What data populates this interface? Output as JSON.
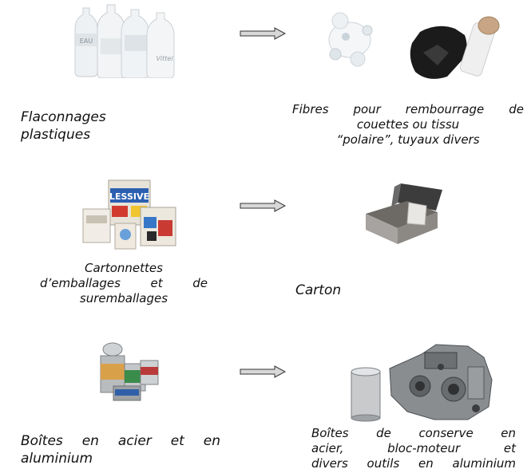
{
  "rows": [
    {
      "source": {
        "lines": [
          "Flaconnages",
          "plastiques"
        ]
      },
      "product": {
        "lines": [
          "Fibres pour rembourrage de",
          "couettes ou tissu",
          "“polaire”, tuyaux divers"
        ]
      },
      "bottle_labels": [
        "EAU",
        "Vittel"
      ]
    },
    {
      "source": {
        "lines": [
          "Cartonnettes",
          "d’emballages et de",
          "suremballages"
        ]
      },
      "product": {
        "lines": [
          "Carton"
        ]
      },
      "box_label": "LESSIVE"
    },
    {
      "source": {
        "lines": [
          "Boîtes en acier et en",
          "aluminium"
        ]
      },
      "product": {
        "lines": [
          "Boîtes de conserve en",
          "acier, bloc-moteur et",
          "divers outils en aluminium"
        ]
      }
    }
  ]
}
